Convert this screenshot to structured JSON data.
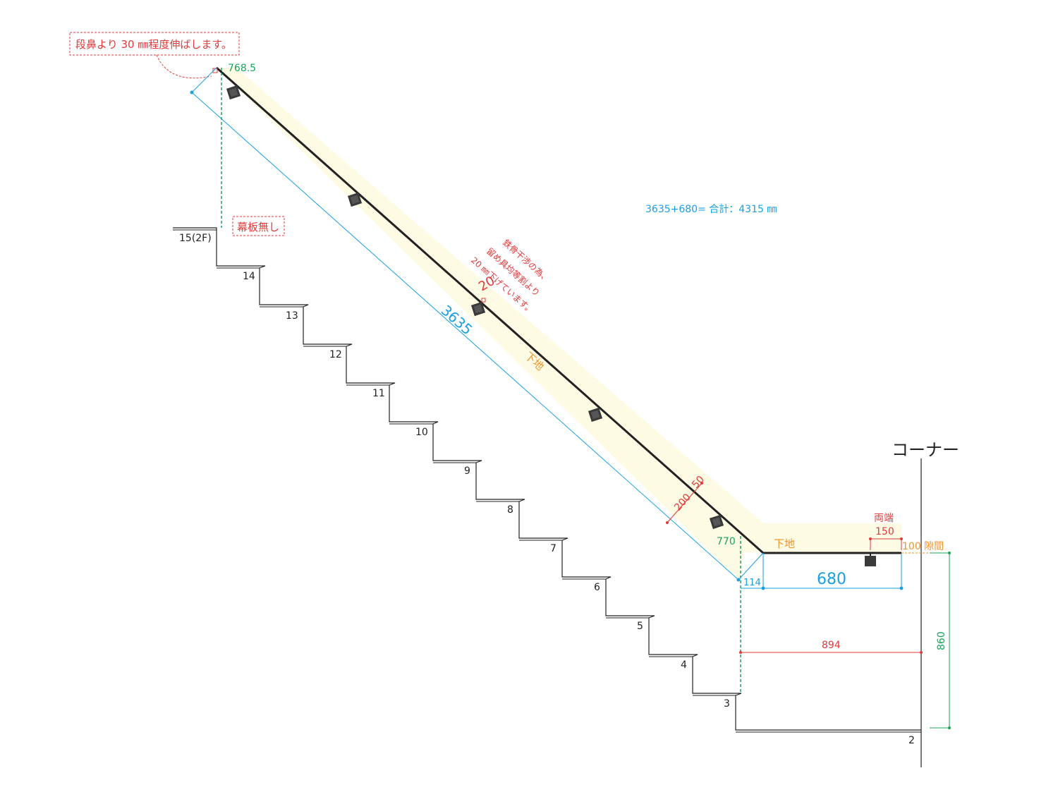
{
  "colors": {
    "red": "#e03a3a",
    "green": "#1aa35a",
    "blue": "#1aa0e0",
    "orange": "#f0922a",
    "band": "#fdfbe3",
    "line": "#222222"
  },
  "note_top": "段鼻より 30 ㎜程度伸ばします。",
  "note_no_riser": "幕板無し",
  "note_steel_1": "鉄骨干渉の為、",
  "note_steel_2": "留め具均等割より",
  "note_steel_3": "20 ㎜下げています。",
  "total": "3635+680= 合計：4315 ㎜",
  "corner": "コーナー",
  "both_ends": "両端",
  "base_slope": "下地",
  "base_flat": "下地",
  "gap_label": "100 隙間",
  "dims": {
    "top_height": "768.5",
    "shift": "20",
    "slope_length": "3635",
    "d200": "200",
    "d50": "50",
    "bottom_height": "770",
    "d114": "114",
    "flat_length": "680",
    "d150": "150",
    "d894": "894",
    "d860": "860"
  },
  "steps": [
    "15(2F)",
    "14",
    "13",
    "12",
    "11",
    "10",
    "9",
    "8",
    "7",
    "6",
    "5",
    "4",
    "3",
    "2"
  ]
}
